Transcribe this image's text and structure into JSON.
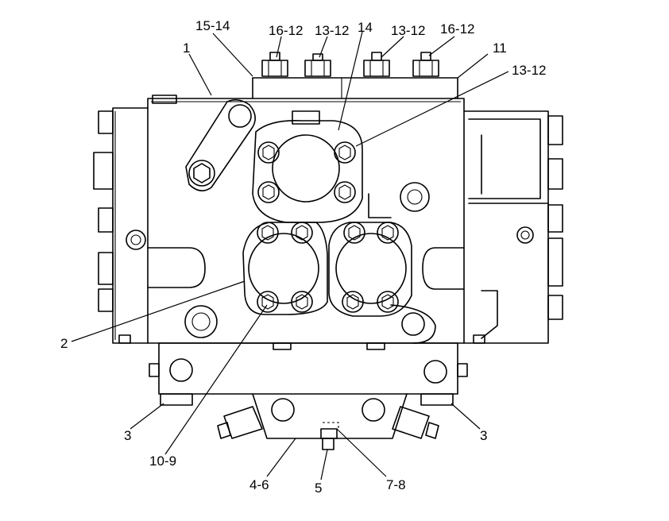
{
  "callouts": [
    {
      "id": "c-15-14",
      "text": "15-14"
    },
    {
      "id": "c-16-12-a",
      "text": "16-12"
    },
    {
      "id": "c-13-12-a",
      "text": "13-12"
    },
    {
      "id": "c-14",
      "text": "14"
    },
    {
      "id": "c-13-12-b",
      "text": "13-12"
    },
    {
      "id": "c-16-12-b",
      "text": "16-12"
    },
    {
      "id": "c-1",
      "text": "1"
    },
    {
      "id": "c-11",
      "text": "11"
    },
    {
      "id": "c-13-12-c",
      "text": "13-12"
    },
    {
      "id": "c-2",
      "text": "2"
    },
    {
      "id": "c-3-left",
      "text": "3"
    },
    {
      "id": "c-3-right",
      "text": "3"
    },
    {
      "id": "c-10-9",
      "text": "10-9"
    },
    {
      "id": "c-4-6",
      "text": "4-6"
    },
    {
      "id": "c-5",
      "text": "5"
    },
    {
      "id": "c-7-8",
      "text": "7-8"
    }
  ]
}
